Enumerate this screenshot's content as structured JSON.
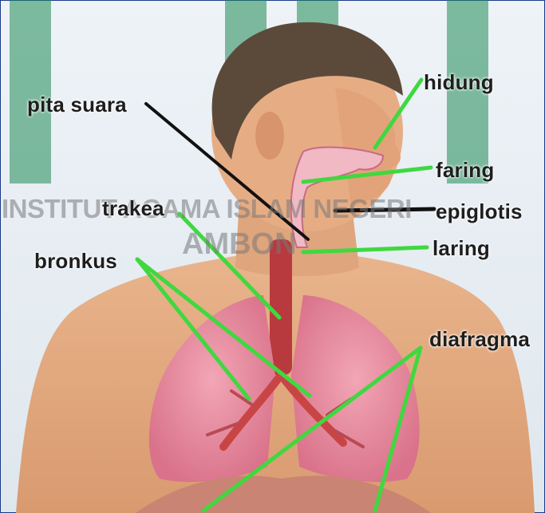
{
  "labels": {
    "pita_suara": "pita suara",
    "hidung": "hidung",
    "faring": "faring",
    "trakea": "trakea",
    "epiglotis": "epiglotis",
    "laring": "laring",
    "bronkus": "bronkus",
    "diafragma": "diafragma"
  },
  "watermark": {
    "line1": "INSTITUT AGAMA ISLAM NEGERI",
    "line2": "AMBON"
  },
  "colors": {
    "pointer_green": "#3fd83f",
    "pointer_black": "#111111",
    "watermark_green": "#1f8a55",
    "background": "#e8eef3",
    "border": "#1a3a8a"
  }
}
